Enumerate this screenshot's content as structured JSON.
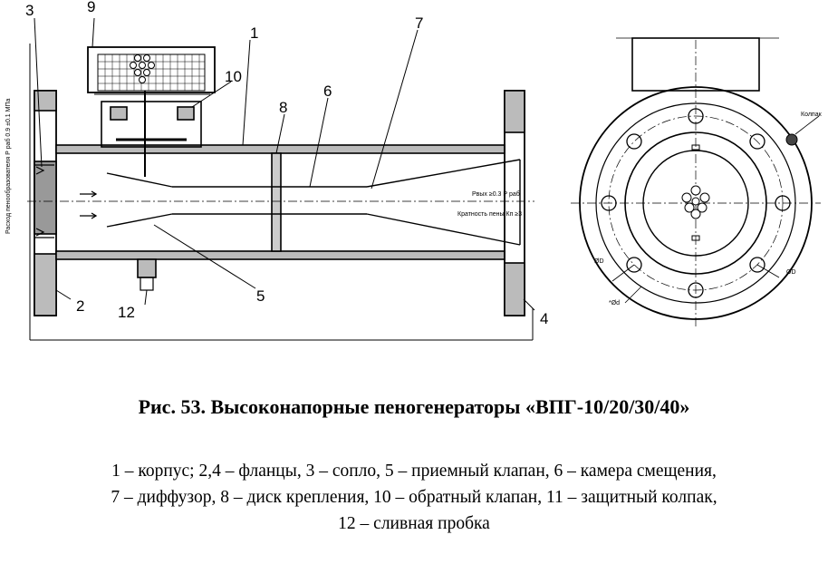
{
  "figure": {
    "caption": "Рис. 53. Высоконапорные пеногенераторы «ВПГ-10/20/30/40»",
    "legend_lines": [
      "1 – корпус; 2,4 – фланцы, 3 – сопло, 5 – приемный клапан, 6 – камера смещения,",
      "7 – диффузор, 8 – диск крепления, 10 – обратный клапан, 11 – защитный колпак,",
      "12 – сливная пробка"
    ]
  },
  "drawing": {
    "part_labels": {
      "n1": "1",
      "n2": "2",
      "n3": "3",
      "n4": "4",
      "n5": "5",
      "n6": "6",
      "n7": "7",
      "n8": "8",
      "n9": "9",
      "n10": "10",
      "n12": "12"
    },
    "inner_notes": {
      "p_out": "Рвых ≥0.3 Р раб",
      "k_foam": "Кратность пены Кп ≥3"
    },
    "side_note": "Расход пенообразователя Р раб 0.9 ±0.1 МПа",
    "end_view_notes": {
      "d1": "ØD",
      "d2": "ØD",
      "d3": "*Ød",
      "cap": "Колпак"
    }
  }
}
